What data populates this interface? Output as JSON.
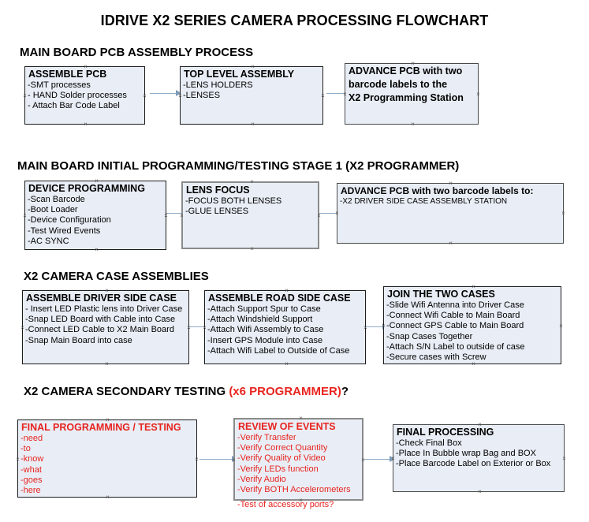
{
  "title": "IDRIVE X2  SERIES CAMERA PROCESSING FLOWCHART",
  "colors": {
    "box_fill": "#e9eef6",
    "box_border_dark": "#1b1b1b",
    "box_border_grey": "#8a8a8a",
    "arrow": "#8fabc6",
    "red_accent": "#e8241f",
    "text": "#000000",
    "background": "#ffffff"
  },
  "sections": [
    {
      "heading": "MAIN BOARD PCB ASSEMBLY PROCESS",
      "heading_red": "",
      "heading_suffix": "",
      "boxes": [
        {
          "title": "ASSEMBLE PCB",
          "items": [
            "-SMT processes",
            "- HAND Solder processes",
            "- Attach Bar Code Label"
          ]
        },
        {
          "title": "TOP LEVEL ASSEMBLY",
          "items": [
            "-LENS HOLDERS",
            "-LENSES"
          ]
        },
        {
          "title": "ADVANCE PCB with two",
          "items": [
            "barcode labels to the",
            " X2 Programming Station"
          ]
        }
      ]
    },
    {
      "heading": "MAIN BOARD INITIAL PROGRAMMING/TESTING STAGE 1 (X2 PROGRAMMER)",
      "heading_red": "",
      "heading_suffix": "",
      "boxes": [
        {
          "title": "DEVICE PROGRAMMING",
          "items": [
            "-Scan Barcode",
            "-Boot Loader",
            "-Device Configuration",
            "-Test Wired Events",
            "-AC SYNC"
          ]
        },
        {
          "title": "LENS FOCUS",
          "items": [
            "-FOCUS BOTH LENSES",
            "-GLUE LENSES"
          ]
        },
        {
          "title": "ADVANCE PCB with two barcode labels to:",
          "items": [
            "-X2 DRIVER  SIDE  CASE  ASSEMBLY STATION"
          ]
        }
      ]
    },
    {
      "heading": "X2 CAMERA CASE ASSEMBLIES",
      "heading_red": "",
      "heading_suffix": "",
      "boxes": [
        {
          "title": "ASSEMBLE DRIVER SIDE CASE",
          "items": [
            "- Insert LED Plastic lens into Driver Case",
            "-Snap LED Board with Cable into Case",
            "-Connect LED Cable to X2 Main Board",
            "-Snap Main Board into case"
          ]
        },
        {
          "title": "ASSEMBLE ROAD SIDE CASE",
          "items": [
            "-Attach Support Spur to Case",
            "-Attach Windshield Support",
            "-Attach Wifi Assembly to Case",
            "-Insert GPS Module into Case",
            "-Attach Wifi Label to Outside of Case"
          ]
        },
        {
          "title": "JOIN THE TWO CASES",
          "items": [
            "-Slide Wifi Antenna into Driver Case",
            "-Connect Wifi Cable to Main Board",
            "-Connect GPS Cable to Main Board",
            "-Snap Cases Together",
            "-Attach S/N Label to outside of case",
            "-Secure cases with Screw"
          ]
        }
      ]
    },
    {
      "heading": "X2 CAMERA SECONDARY TESTING ",
      "heading_red": "(x6 PROGRAMMER)",
      "heading_suffix": "?",
      "boxes": [
        {
          "title": "FINAL PROGRAMMING / TESTING",
          "items": [
            "-need",
            "-to",
            "-know",
            "-what",
            "-goes",
            "-here"
          ]
        },
        {
          "title": "REVIEW OF EVENTS",
          "items": [
            "-Verify Transfer",
            "-Verify Correct Quantity",
            "-Verify Quality of Video",
            "-Verify LEDs function",
            "-Verify Audio",
            "-Verify BOTH Accelerometers"
          ],
          "overflow_item": "-Test of accessory ports?"
        },
        {
          "title": "FINAL PROCESSING",
          "items": [
            " -Check Final Box",
            "-Place In Bubble wrap Bag and BOX",
            "-Place Barcode Label on Exterior or Box"
          ]
        }
      ]
    }
  ]
}
